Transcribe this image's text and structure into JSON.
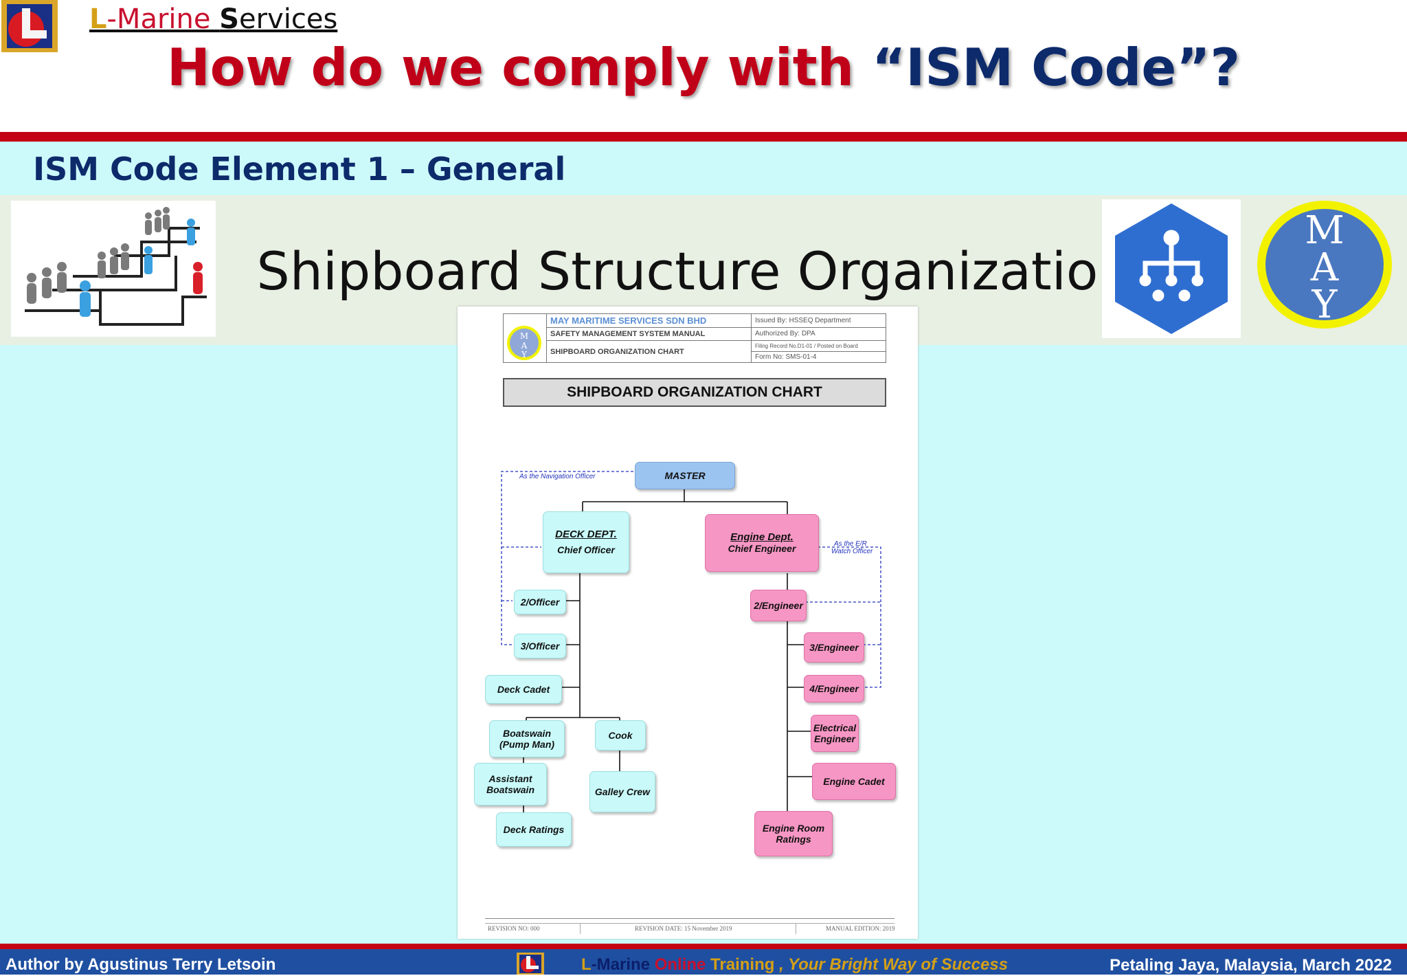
{
  "header": {
    "brand": {
      "l": "L",
      "dash_marine": "-Marine",
      "s": "S",
      "ervices": "ervices"
    },
    "title_part1": "How do we comply with",
    "title_part2": "“ISM Code”?"
  },
  "section": {
    "subtitle": "ISM Code Element 1 – General",
    "heading": "Shipboard Structure Organization"
  },
  "badge": {
    "letters": [
      "M",
      "A",
      "Y"
    ]
  },
  "document": {
    "company": "MAY MARITIME SERVICES SDN BHD",
    "manual": "SAFETY MANAGEMENT SYSTEM MANUAL",
    "doc_title": "SHIPBOARD ORGANIZATION CHART",
    "issued_by": "Issued By: HSSEQ Department",
    "authorized_by": "Authorized By: DPA",
    "filing_record": "Filing Record No.D1-01 / Posted on Board",
    "form_no": "Form No: SMS-01-4",
    "chart_title": "SHIPBOARD ORGANIZATION CHART",
    "footer": {
      "revision_no": "REVISION NO: 000",
      "revision_date": "REVISION DATE: 15 November 2019",
      "manual_edition": "MANUAL EDITION: 2019"
    }
  },
  "org": {
    "master": "MASTER",
    "deck_dept": "DECK DEPT.",
    "chief_officer": "Chief Officer",
    "engine_dept": "Engine Dept.",
    "chief_engineer": "Chief Engineer",
    "nav_note": "As the Navigation Officer",
    "er_note_1": "As the E/R",
    "er_note_2": "Watch Officer",
    "second_officer": "2/Officer",
    "third_officer": "3/Officer",
    "deck_cadet": "Deck Cadet",
    "boatswain_1": "Boatswain",
    "boatswain_2": "(Pump Man)",
    "asst_boatswain_1": "Assistant",
    "asst_boatswain_2": "Boatswain",
    "deck_ratings": "Deck Ratings",
    "cook": "Cook",
    "galley_crew": "Galley Crew",
    "second_engineer": "2/Engineer",
    "third_engineer": "3/Engineer",
    "fourth_engineer": "4/Engineer",
    "electrical_engineer_1": "Electrical",
    "electrical_engineer_2": "Engineer",
    "engine_cadet": "Engine Cadet",
    "er_ratings_1": "Engine Room",
    "er_ratings_2": "Ratings"
  },
  "footer": {
    "author": "Author by Agustinus Terry Letsoin",
    "tag_l": "L",
    "tag_marine": "-Marine",
    "tag_online": "Online",
    "tag_training": "Training",
    "tag_slogan": ", Your Bright Way of Success",
    "place_date": "Petaling Jaya, Malaysia, March 2022"
  },
  "colors": {
    "title_red": "#c00018",
    "title_navy": "#0d2a6b",
    "body_cyan": "#ccfafa",
    "footer_blue": "#1f4fa0",
    "deck_node": "#c9f9f9",
    "engine_node": "#f696c4",
    "master_node": "#9cc4f0",
    "badge_ring": "#f2f200",
    "badge_fill": "#4a78c0",
    "hex_blue": "#2f6ed1"
  },
  "icons": [
    "company-logo-icon",
    "people-hierarchy-icon",
    "org-chart-hex-icon",
    "may-badge-icon"
  ]
}
